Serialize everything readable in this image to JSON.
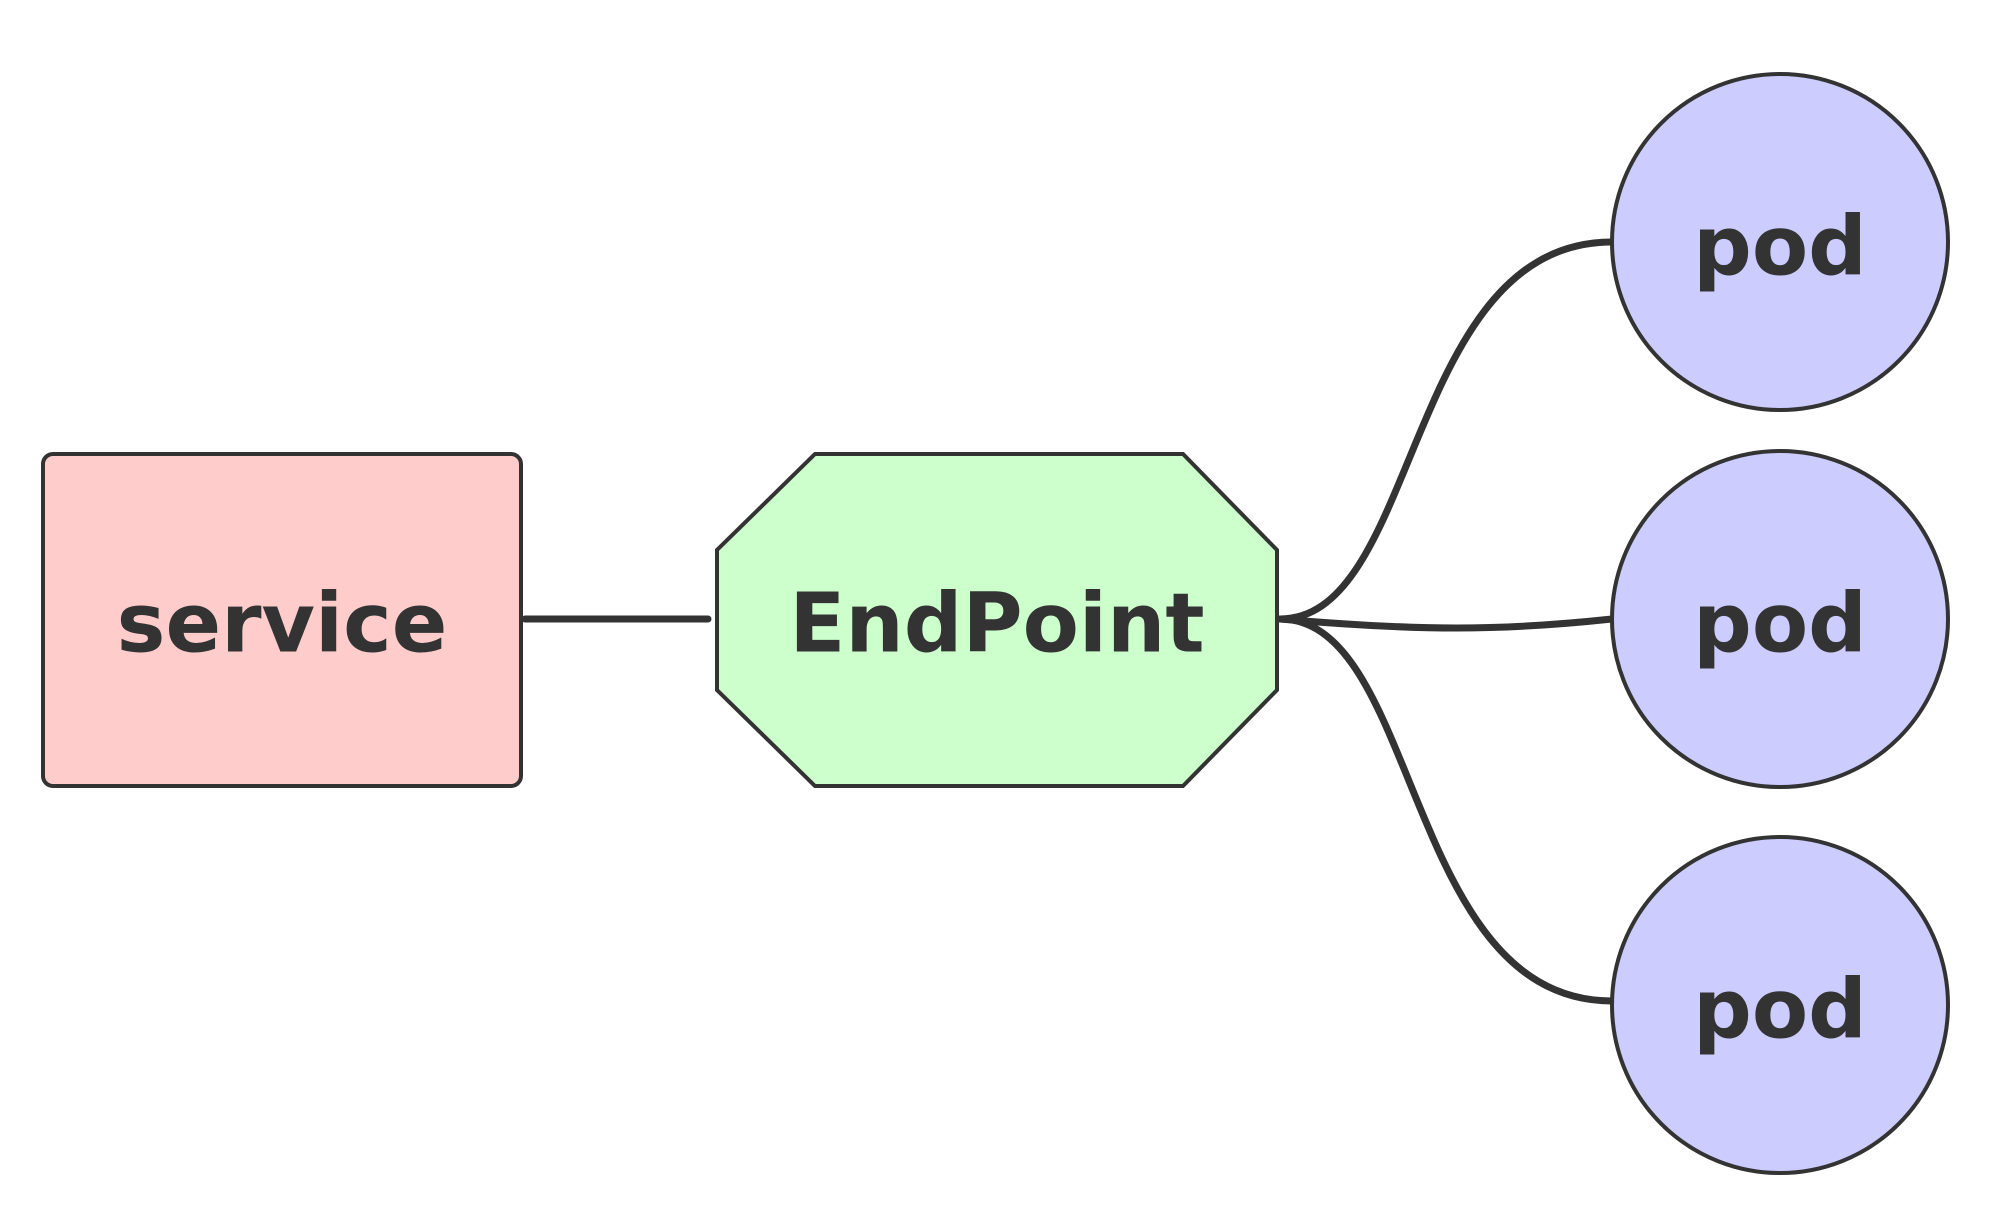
{
  "nodes": {
    "service": {
      "label": "service",
      "color": "#ffcccc"
    },
    "endpoint": {
      "label": "EndPoint",
      "color": "#ccffcc"
    },
    "pods": [
      {
        "label": "pod",
        "color": "#ccccff"
      },
      {
        "label": "pod",
        "color": "#ccccff"
      },
      {
        "label": "pod",
        "color": "#ccccff"
      }
    ]
  },
  "edges": [
    {
      "from": "service",
      "to": "EndPoint"
    },
    {
      "from": "EndPoint",
      "to": "pod"
    },
    {
      "from": "EndPoint",
      "to": "pod"
    },
    {
      "from": "EndPoint",
      "to": "pod"
    }
  ],
  "stroke_color": "#333333"
}
